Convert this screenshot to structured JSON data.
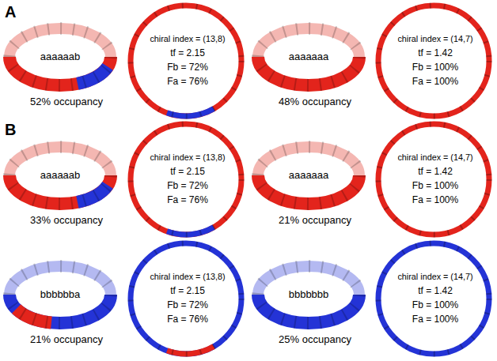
{
  "diagram": {
    "labels": [
      "A",
      "aaaaaab",
      "chiral index = (13,8)",
      "tf = 2.15",
      "Fb = 72%",
      "Fa = 76%",
      "52% occupancy",
      "aaaaaaa",
      "chiral index = (14,7)",
      "tf = 1.42",
      "Fb = 100%",
      "Fa = 100%",
      "48% occupancy",
      "B",
      "aaaaaab",
      "chiral index = (13,8)",
      "tf = 2.15",
      "Fb = 72%",
      "Fa = 76%",
      "33% occupancy",
      "aaaaaaa",
      "chiral index = (14,7)",
      "tf = 1.42",
      "Fb = 100%",
      "Fa = 100%",
      "21% occupancy",
      "bbbbbba",
      "chiral index = (13,8)",
      "tf = 2.15",
      "Fb = 72%",
      "Fa = 76%",
      "21% occupancy",
      "bbbbbbb",
      "chiral index = (14,7)",
      "tf = 1.42",
      "Fb = 100%",
      "Fa = 100%",
      "25% occupancy"
    ]
  }
}
